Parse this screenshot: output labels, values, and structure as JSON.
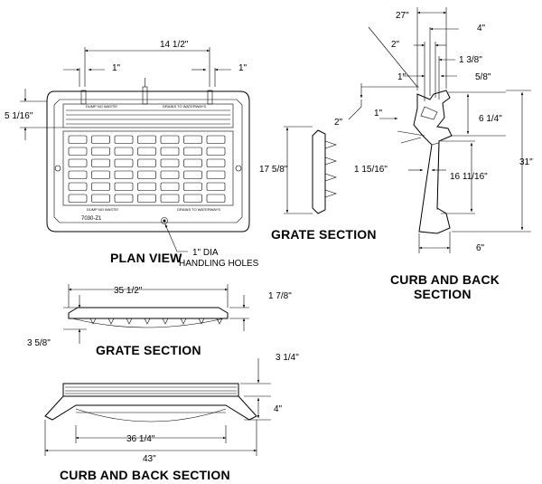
{
  "titles": {
    "plan_view": "PLAN VIEW",
    "grate_section_upper": "GRATE SECTION",
    "curb_back_section_upper_l1": "CURB AND BACK",
    "curb_back_section_upper_l2": "SECTION",
    "grate_section_lower": "GRATE SECTION",
    "curb_back_section_lower": "CURB AND BACK SECTION"
  },
  "plan_view": {
    "dim_14_half": "14 1/2\"",
    "dim_1_left": "1\"",
    "dim_1_right": "1\"",
    "dim_5_1_16": "5 1/16\"",
    "handling_holes_l1": "1\" DIA",
    "handling_holes_l2": "HANDLING HOLES",
    "model_number": "7030-Z1",
    "casting_text_top_left": "DUMP NO WASTE!",
    "casting_text_top_right": "DRAINS TO WATERWAYS",
    "casting_text_bottom_left": "DUMP NO WASTE!",
    "casting_text_bottom_right": "DRAINS TO WATERWAYS"
  },
  "grate_section_upper": {
    "dim_17_5_8": "17 5/8\""
  },
  "curb_back_section_upper": {
    "dim_27": "27\"",
    "dim_4": "4\"",
    "dim_2_top": "2\"",
    "dim_1_3_8": "1 3/8\"",
    "dim_1_top": "1\"",
    "dim_5_8": "5/8\"",
    "dim_2_left": "2\"",
    "dim_1_left": "1\"",
    "dim_6_1_4": "6 1/4\"",
    "dim_31": "31\"",
    "dim_1_15_16": "1 15/16\"",
    "dim_16_11_16": "16 11/16\"",
    "dim_6": "6\""
  },
  "grate_section_lower": {
    "dim_35_half": "35 1/2\"",
    "dim_1_7_8": "1 7/8\"",
    "dim_3_5_8": "3 5/8\""
  },
  "curb_back_section_lower": {
    "dim_3_1_4": "3 1/4\"",
    "dim_4": "4\"",
    "dim_36_1_4": "36 1/4\"",
    "dim_43": "43\""
  }
}
